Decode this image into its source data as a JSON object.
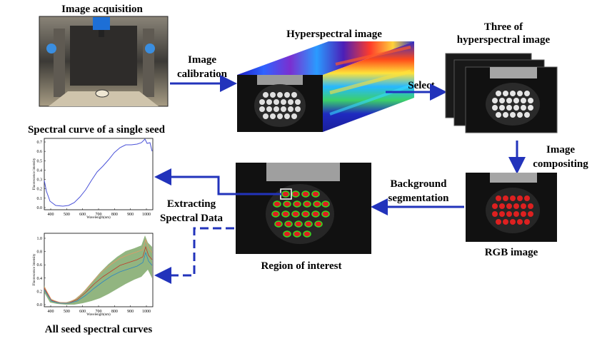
{
  "labels": {
    "image_acquisition": "Image acquisition",
    "hyperspectral_image": "Hyperspectral image",
    "image_calibration_1": "Image",
    "image_calibration_2": "calibration",
    "select": "Select",
    "three_of_1": "Three of",
    "three_of_2": "hyperspectral image",
    "image_compositing_1": "Image",
    "image_compositing_2": "compositing",
    "background_seg_1": "Background",
    "background_seg_2": "segmentation",
    "rgb_image": "RGB image",
    "region_of_interest": "Region of interest",
    "extracting_1": "Extracting",
    "extracting_2": "Spectral Data",
    "single_curve": "Spectral curve of a single seed",
    "all_curves": "All seed spectral curves"
  },
  "plot_single": {
    "ylabel": "Fluorescence intensity",
    "xlabel": "Wavelength(nm)",
    "yticks": [
      "0.0",
      "0.1",
      "0.2",
      "0.3",
      "0.4",
      "0.5",
      "0.6",
      "0.7"
    ],
    "xticks": [
      "400",
      "500",
      "600",
      "700",
      "800",
      "900",
      "1000"
    ]
  },
  "plot_all": {
    "ylabel": "Fluorescence intensity",
    "xlabel": "Wavelength(nm)",
    "yticks": [
      "0.0",
      "0.2",
      "0.4",
      "0.6",
      "0.8",
      "1.0"
    ],
    "xticks": [
      "400",
      "500",
      "600",
      "700",
      "800",
      "900",
      "1000"
    ]
  },
  "colors": {
    "arrow": "#2233bb",
    "curve": "#4a52d8",
    "roi_green": "#33dd22",
    "seed_red": "#dd2020"
  }
}
